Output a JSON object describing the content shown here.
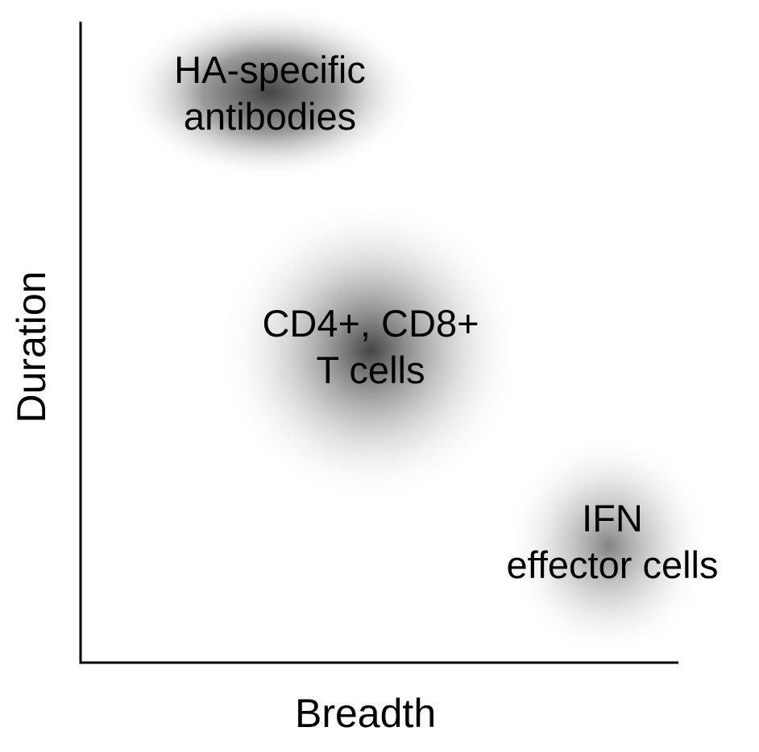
{
  "axes": {
    "x_label": "Breadth",
    "y_label": "Duration"
  },
  "clusters": [
    {
      "id": "ha",
      "lines": [
        "HA-specific",
        "antibodies"
      ]
    },
    {
      "id": "tcells",
      "lines": [
        "CD4+, CD8+",
        "T cells"
      ]
    },
    {
      "id": "ifn",
      "lines": [
        "IFN",
        "effector cells"
      ]
    }
  ],
  "colors": {
    "blob_center": "#3a3a3a",
    "axis": "#000000",
    "background": "#ffffff"
  }
}
